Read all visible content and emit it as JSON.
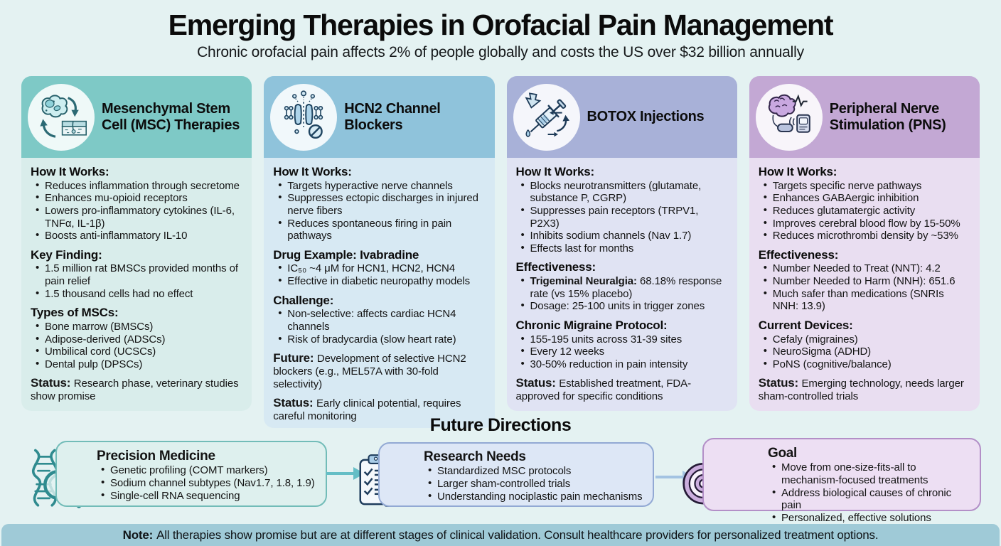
{
  "page": {
    "title": "Emerging Therapies in Orofacial Pain Management",
    "subtitle": "Chronic orofacial pain affects 2% of people globally and costs the US over $32 billion annually"
  },
  "colors": {
    "page_bg": "#e4f2f2",
    "msc_header": "#7ec9c6",
    "msc_body": "#d9edeb",
    "hcn2_header": "#8fc3db",
    "hcn2_body": "#d7e9f3",
    "botox_header": "#a8b1d8",
    "botox_body": "#e0e3f3",
    "pns_header": "#c3a8d4",
    "pns_body": "#e9def1",
    "future1_fill": "#def0ee",
    "future1_border": "#72bcb8",
    "future2_fill": "#dde7f6",
    "future2_border": "#92a9d4",
    "future3_fill": "#eddff3",
    "future3_border": "#b38fc7",
    "arrow1": "#65bec6",
    "arrow2": "#a3c3e2",
    "note_bar": "#9fcad7"
  },
  "cards": [
    {
      "icon": "stem-cell-cycle-icon",
      "title": "Mesenchymal Stem Cell (MSC) Therapies",
      "blocks": [
        {
          "type": "list",
          "heading": "How It Works:",
          "items": [
            "Reduces inflammation through secretome",
            "Enhances mu-opioid receptors",
            "Lowers pro-inflammatory cytokines (IL-6, TNFα, IL-1β)",
            "Boosts anti-inflammatory IL-10"
          ]
        },
        {
          "type": "list",
          "heading": "Key Finding:",
          "items": [
            "1.5 million rat BMSCs provided months of pain relief",
            "1.5 thousand cells had no effect"
          ]
        },
        {
          "type": "list",
          "heading": "Types of MSCs:",
          "items": [
            "Bone marrow (BMSCs)",
            "Adipose-derived (ADSCs)",
            "Umbilical cord (UCSCs)",
            "Dental pulp (DPSCs)"
          ]
        },
        {
          "type": "label",
          "label": "Status:",
          "text": "Research phase, veterinary studies show promise"
        }
      ]
    },
    {
      "icon": "ion-channel-icon",
      "title": "HCN2 Channel Blockers",
      "blocks": [
        {
          "type": "list",
          "heading": "How It Works:",
          "items": [
            "Targets hyperactive nerve channels",
            "Suppresses ectopic discharges in injured nerve fibers",
            "Reduces spontaneous firing in pain pathways"
          ]
        },
        {
          "type": "list",
          "heading": "Drug Example: Ivabradine",
          "items": [
            "IC₅₀ ~4 μM for HCN1, HCN2, HCN4",
            "Effective in diabetic neuropathy models"
          ]
        },
        {
          "type": "list",
          "heading": "Challenge:",
          "items": [
            "Non-selective: affects cardiac HCN4 channels",
            "Risk of bradycardia (slow heart rate)"
          ]
        },
        {
          "type": "label",
          "label": "Future:",
          "text": "Development of selective HCN2 blockers (e.g., MEL57A with 30-fold selectivity)"
        },
        {
          "type": "label",
          "label": "Status:",
          "text": "Early clinical potential, requires careful monitoring"
        }
      ]
    },
    {
      "icon": "syringe-icon",
      "title": "BOTOX Injections",
      "blocks": [
        {
          "type": "list",
          "heading": "How It Works:",
          "items": [
            "Blocks neurotransmitters (glutamate, substance P, CGRP)",
            "Suppresses pain receptors (TRPV1, P2X3)",
            "Inhibits sodium channels (Nav 1.7)",
            "Effects last for months"
          ]
        },
        {
          "type": "list",
          "heading": "Effectiveness:",
          "items": [
            {
              "b": "Trigeminal Neuralgia:",
              "t": "68.18% response rate (vs 15% placebo)"
            },
            "Dosage: 25-100 units in trigger zones"
          ]
        },
        {
          "type": "list",
          "heading": "Chronic Migraine Protocol:",
          "items": [
            "155-195 units across 31-39 sites",
            "Every 12 weeks",
            "30-50% reduction in pain intensity"
          ]
        },
        {
          "type": "label",
          "label": "Status:",
          "text": "Established treatment, FDA-approved for specific conditions"
        }
      ]
    },
    {
      "icon": "brain-stimulator-icon",
      "title": "Peripheral Nerve Stimulation (PNS)",
      "blocks": [
        {
          "type": "list",
          "heading": "How It Works:",
          "items": [
            "Targets specific nerve pathways",
            "Enhances GABAergic inhibition",
            "Reduces glutamatergic activity",
            "Improves cerebral blood flow by 15-50%",
            "Reduces microthrombi density by ~53%"
          ]
        },
        {
          "type": "list",
          "heading": "Effectiveness:",
          "items": [
            "Number Needed to Treat (NNT): 4.2",
            "Number Needed to Harm (NNH): 651.6",
            "Much safer than medications (SNRIs NNH: 13.9)"
          ]
        },
        {
          "type": "list",
          "heading": "Current Devices:",
          "items": [
            "Cefaly (migraines)",
            "NeuroSigma (ADHD)",
            "PoNS (cognitive/balance)"
          ]
        },
        {
          "type": "label",
          "label": "Status:",
          "text": "Emerging technology, needs larger sham-controlled trials"
        }
      ]
    }
  ],
  "future": {
    "title": "Future Directions",
    "boxes": [
      {
        "icon": "dna-magnifier-icon",
        "title": "Precision Medicine",
        "items": [
          "Genetic profiling (COMT markers)",
          "Sodium channel subtypes (Nav1.7, 1.8, 1.9)",
          "Single-cell RNA sequencing"
        ]
      },
      {
        "icon": "clipboard-flask-icon",
        "title": "Research Needs",
        "items": [
          "Standardized MSC protocols",
          "Larger sham-controlled trials",
          "Understanding nociplastic pain mechanisms"
        ]
      },
      {
        "icon": "target-icon",
        "title": "Goal",
        "items": [
          "Move from one-size-fits-all to mechanism-focused treatments",
          "Address biological causes of chronic pain",
          "Personalized, effective solutions"
        ]
      }
    ]
  },
  "note": {
    "label": "Note:",
    "text": "All therapies show promise but are at different stages of clinical validation. Consult healthcare providers for personalized treatment options."
  }
}
